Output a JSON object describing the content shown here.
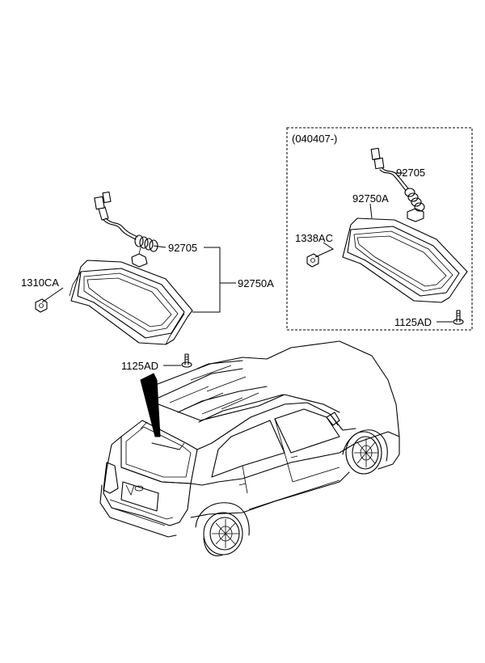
{
  "variant_box": {
    "code": "(040407-)"
  },
  "labels": {
    "main_wiring": "92705",
    "main_lamp": "92750A",
    "main_nut": "1310CA",
    "main_screw": "1125AD",
    "var_wiring": "92705",
    "var_lamp": "92750A",
    "var_nut": "1338AC",
    "var_screw": "1125AD"
  }
}
